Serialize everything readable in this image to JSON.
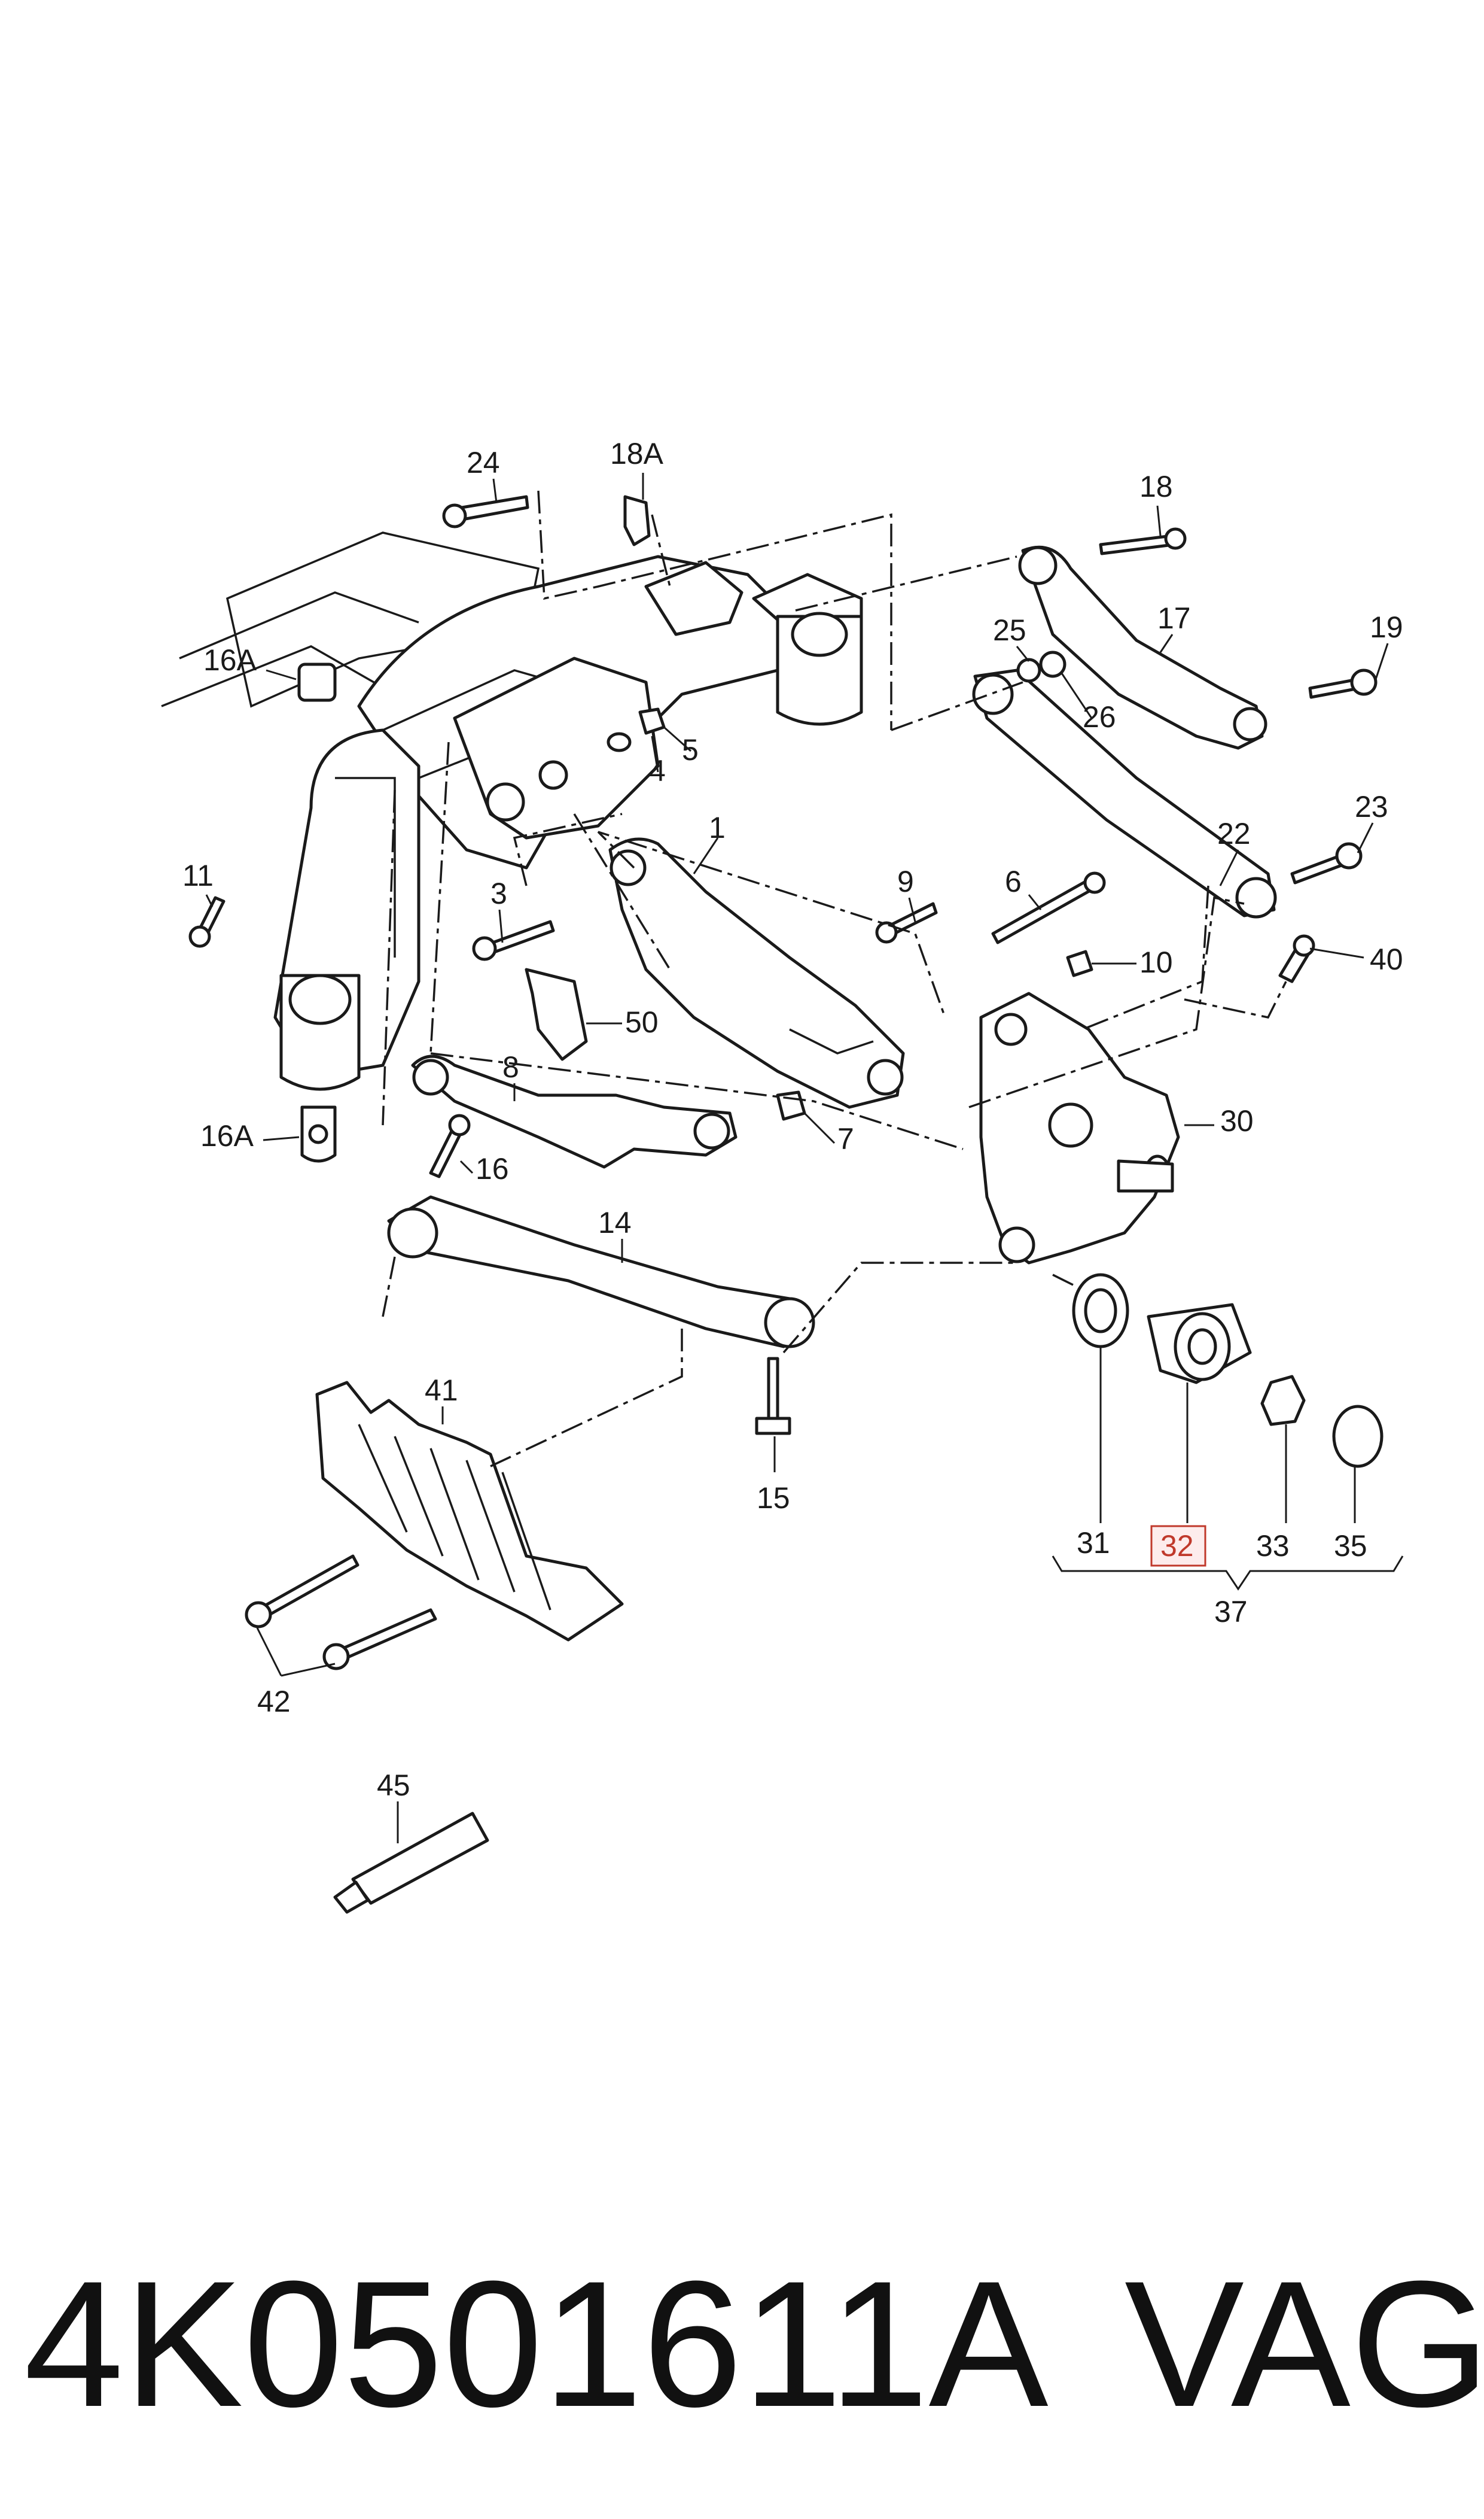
{
  "diagram": {
    "labels": [
      {
        "id": "1",
        "text": "1"
      },
      {
        "id": "3",
        "text": "3"
      },
      {
        "id": "4",
        "text": "4"
      },
      {
        "id": "5",
        "text": "5"
      },
      {
        "id": "6",
        "text": "6"
      },
      {
        "id": "7",
        "text": "7"
      },
      {
        "id": "8",
        "text": "8"
      },
      {
        "id": "9",
        "text": "9"
      },
      {
        "id": "10",
        "text": "10"
      },
      {
        "id": "11",
        "text": "11"
      },
      {
        "id": "14",
        "text": "14"
      },
      {
        "id": "15",
        "text": "15"
      },
      {
        "id": "16",
        "text": "16"
      },
      {
        "id": "16A_top",
        "text": "16A"
      },
      {
        "id": "16A_bottom",
        "text": "16A"
      },
      {
        "id": "17",
        "text": "17"
      },
      {
        "id": "18",
        "text": "18"
      },
      {
        "id": "18A",
        "text": "18A"
      },
      {
        "id": "19",
        "text": "19"
      },
      {
        "id": "22",
        "text": "22"
      },
      {
        "id": "23",
        "text": "23"
      },
      {
        "id": "24",
        "text": "24"
      },
      {
        "id": "25",
        "text": "25"
      },
      {
        "id": "26",
        "text": "26"
      },
      {
        "id": "30",
        "text": "30"
      },
      {
        "id": "31",
        "text": "31"
      },
      {
        "id": "32",
        "text": "32"
      },
      {
        "id": "33",
        "text": "33"
      },
      {
        "id": "35",
        "text": "35"
      },
      {
        "id": "37",
        "text": "37"
      },
      {
        "id": "40",
        "text": "40"
      },
      {
        "id": "41",
        "text": "41"
      },
      {
        "id": "42",
        "text": "42"
      },
      {
        "id": "45",
        "text": "45"
      },
      {
        "id": "50",
        "text": "50"
      }
    ],
    "highlight_color": "#c0392b",
    "line_color": "#1a1a1a"
  },
  "footer": {
    "part_number": "4K0501611A",
    "brand": "VAG"
  }
}
